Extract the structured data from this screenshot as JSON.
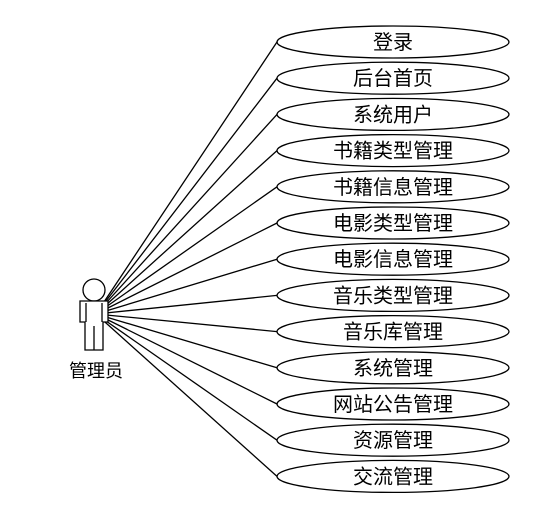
{
  "actor": {
    "label": "管理员"
  },
  "use_cases": [
    {
      "label": "登录"
    },
    {
      "label": "后台首页"
    },
    {
      "label": "系统用户"
    },
    {
      "label": "书籍类型管理"
    },
    {
      "label": "书籍信息管理"
    },
    {
      "label": "电影类型管理"
    },
    {
      "label": "电影信息管理"
    },
    {
      "label": "音乐类型管理"
    },
    {
      "label": "音乐库管理"
    },
    {
      "label": "系统管理"
    },
    {
      "label": "网站公告管理"
    },
    {
      "label": "资源管理"
    },
    {
      "label": "交流管理"
    }
  ]
}
